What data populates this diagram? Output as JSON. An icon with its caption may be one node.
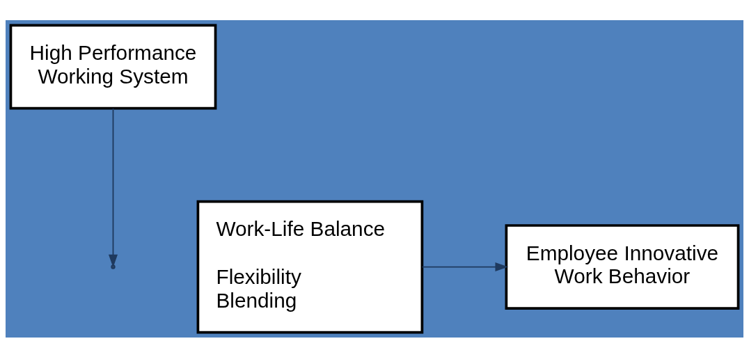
{
  "diagram": {
    "nodes": [
      {
        "text": [
          "High Performance Working System"
        ]
      },
      {
        "text": [
          "Work-Life Balance",
          "Flexibility",
          "Blending"
        ]
      },
      {
        "text": [
          "Employee Innovative Work Behavior"
        ]
      }
    ],
    "edges": [
      {
        "from": 1,
        "to": 2,
        "arrow": "to"
      },
      {
        "from": 0,
        "to": null,
        "arrow": "to"
      }
    ]
  }
}
